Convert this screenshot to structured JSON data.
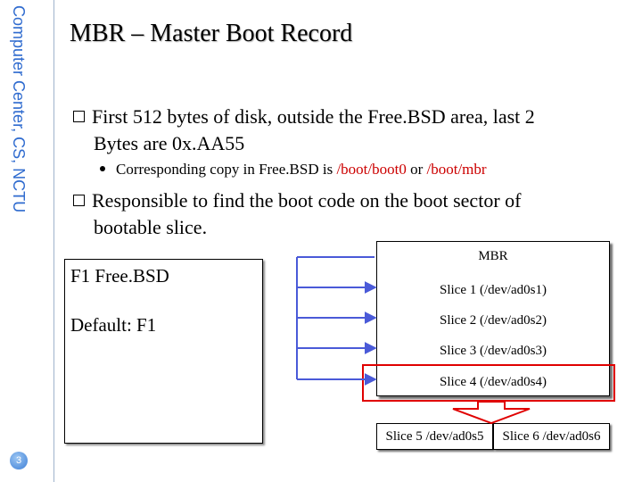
{
  "side_label": "Computer Center, CS, NCTU",
  "page_number": "3",
  "title": "MBR – Master Boot Record",
  "bullets": {
    "b1_line1": "First 512 bytes of disk, outside the Free.BSD area, last 2",
    "b1_line2": "Bytes are 0x.AA55",
    "sub_prefix": "Corresponding copy in Free.BSD is ",
    "sub_path1": "/boot/boot0",
    "sub_or": " or ",
    "sub_path2": "/boot/mbr",
    "b2_line1": "Responsible to find the boot code on the boot sector of",
    "b2_line2": "bootable slice."
  },
  "boot_menu": {
    "line1": "F1 Free.BSD",
    "line2": "Default: F1"
  },
  "mbr": {
    "title": "MBR",
    "slices": [
      "Slice 1 (/dev/ad0s1)",
      "Slice 2 (/dev/ad0s2)",
      "Slice 3 (/dev/ad0s3)",
      "Slice 4 (/dev/ad0s4)"
    ]
  },
  "extended": {
    "slice5": "Slice 5 /dev/ad0s5",
    "slice6": "Slice 6 /dev/ad0s6"
  },
  "colors": {
    "arrow": "#4a5ad8",
    "highlight": "#e00000",
    "path_text": "#cc0000",
    "side_label": "#2f6bcf"
  }
}
